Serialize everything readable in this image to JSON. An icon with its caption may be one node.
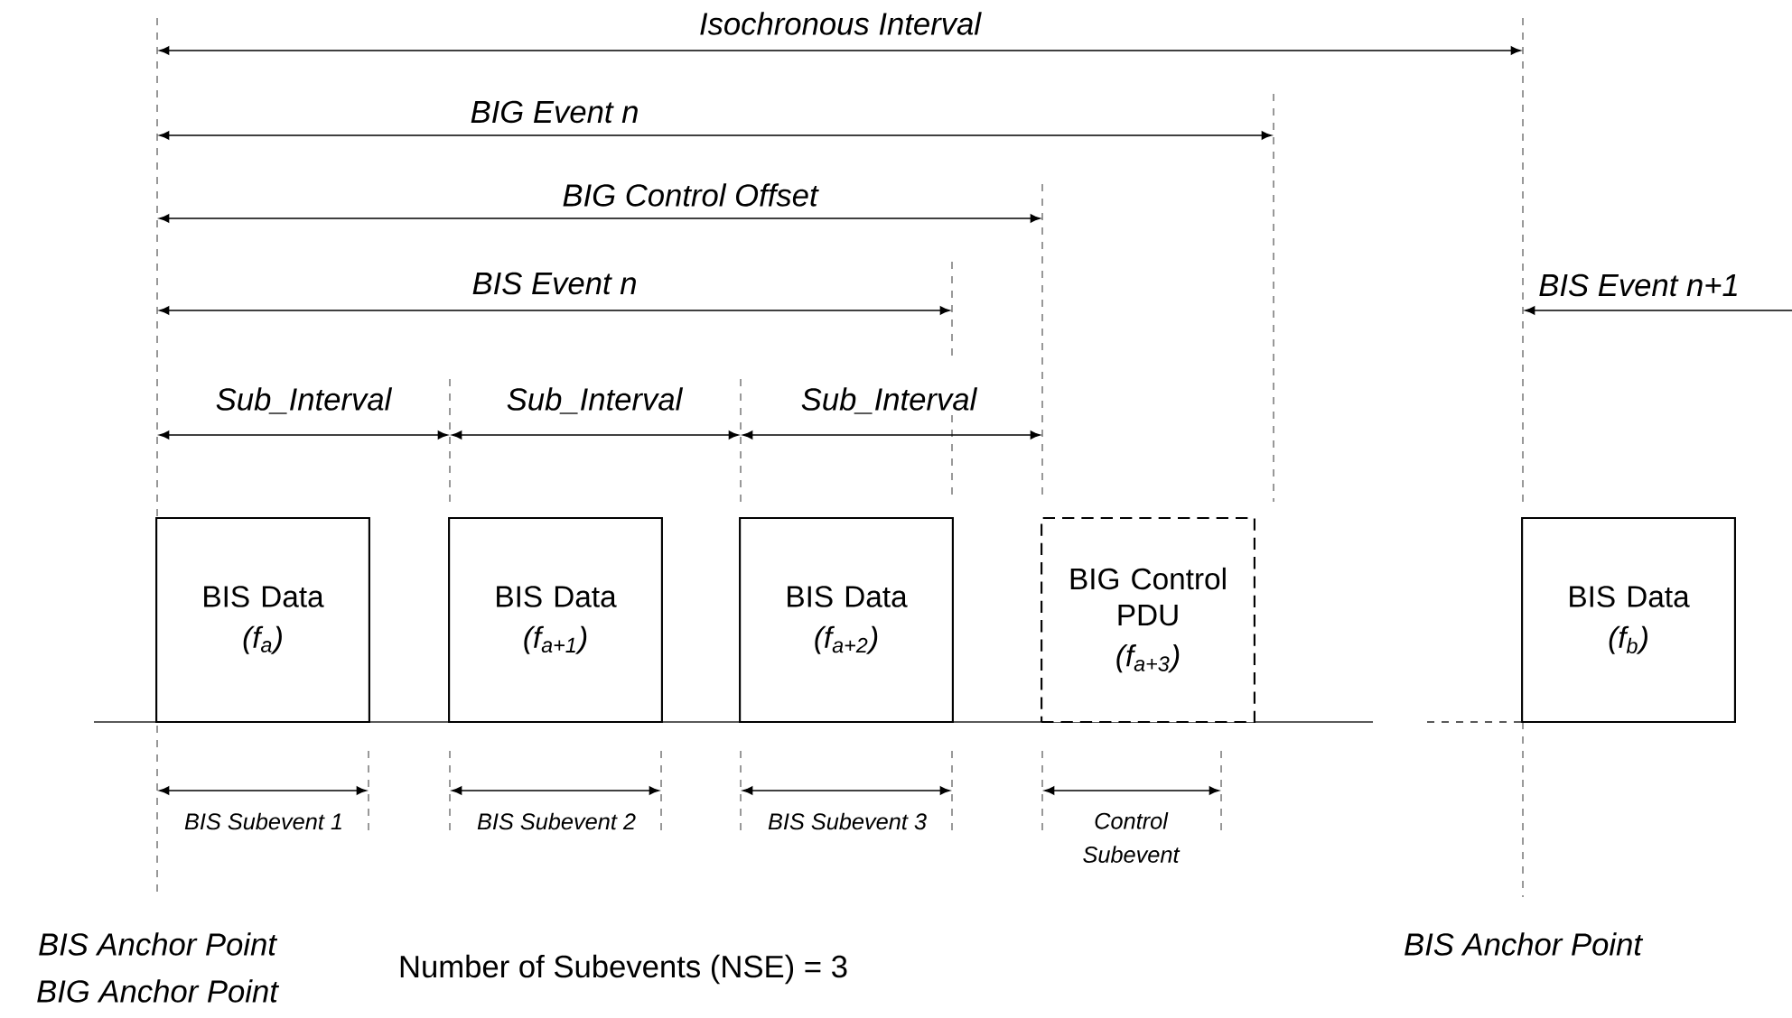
{
  "diagram": {
    "nodes": [
      {
        "text": [
          "BIS Data",
          "(f$_{a}$)"
        ]
      },
      {
        "text": [
          "BIS Data",
          "(f$_{a+1}$)"
        ]
      },
      {
        "text": [
          "BIS Data",
          "(f$_{a+2}$)"
        ]
      },
      {
        "text": [
          "BIG Control PDU",
          "(f$_{a+3}$)"
        ]
      },
      {
        "text": [
          "BIS Data",
          "(f$_{b}$)"
        ]
      }
    ],
    "labels": [
      "Isochronous Interval",
      "BIG Event n",
      "BIG Control Offset",
      "BIS Event n",
      "BIS Event n+1",
      "Sub_Interval",
      "Sub_Interval",
      "Sub_Interval",
      "BIS Subevent 1",
      "BIS Subevent 2",
      "BIS Subevent 3",
      "Control Subevent",
      "BIS Anchor Point",
      "BIG Anchor Point",
      "Number of Subevents (NSE) = 3",
      "BIS Anchor Point"
    ]
  }
}
